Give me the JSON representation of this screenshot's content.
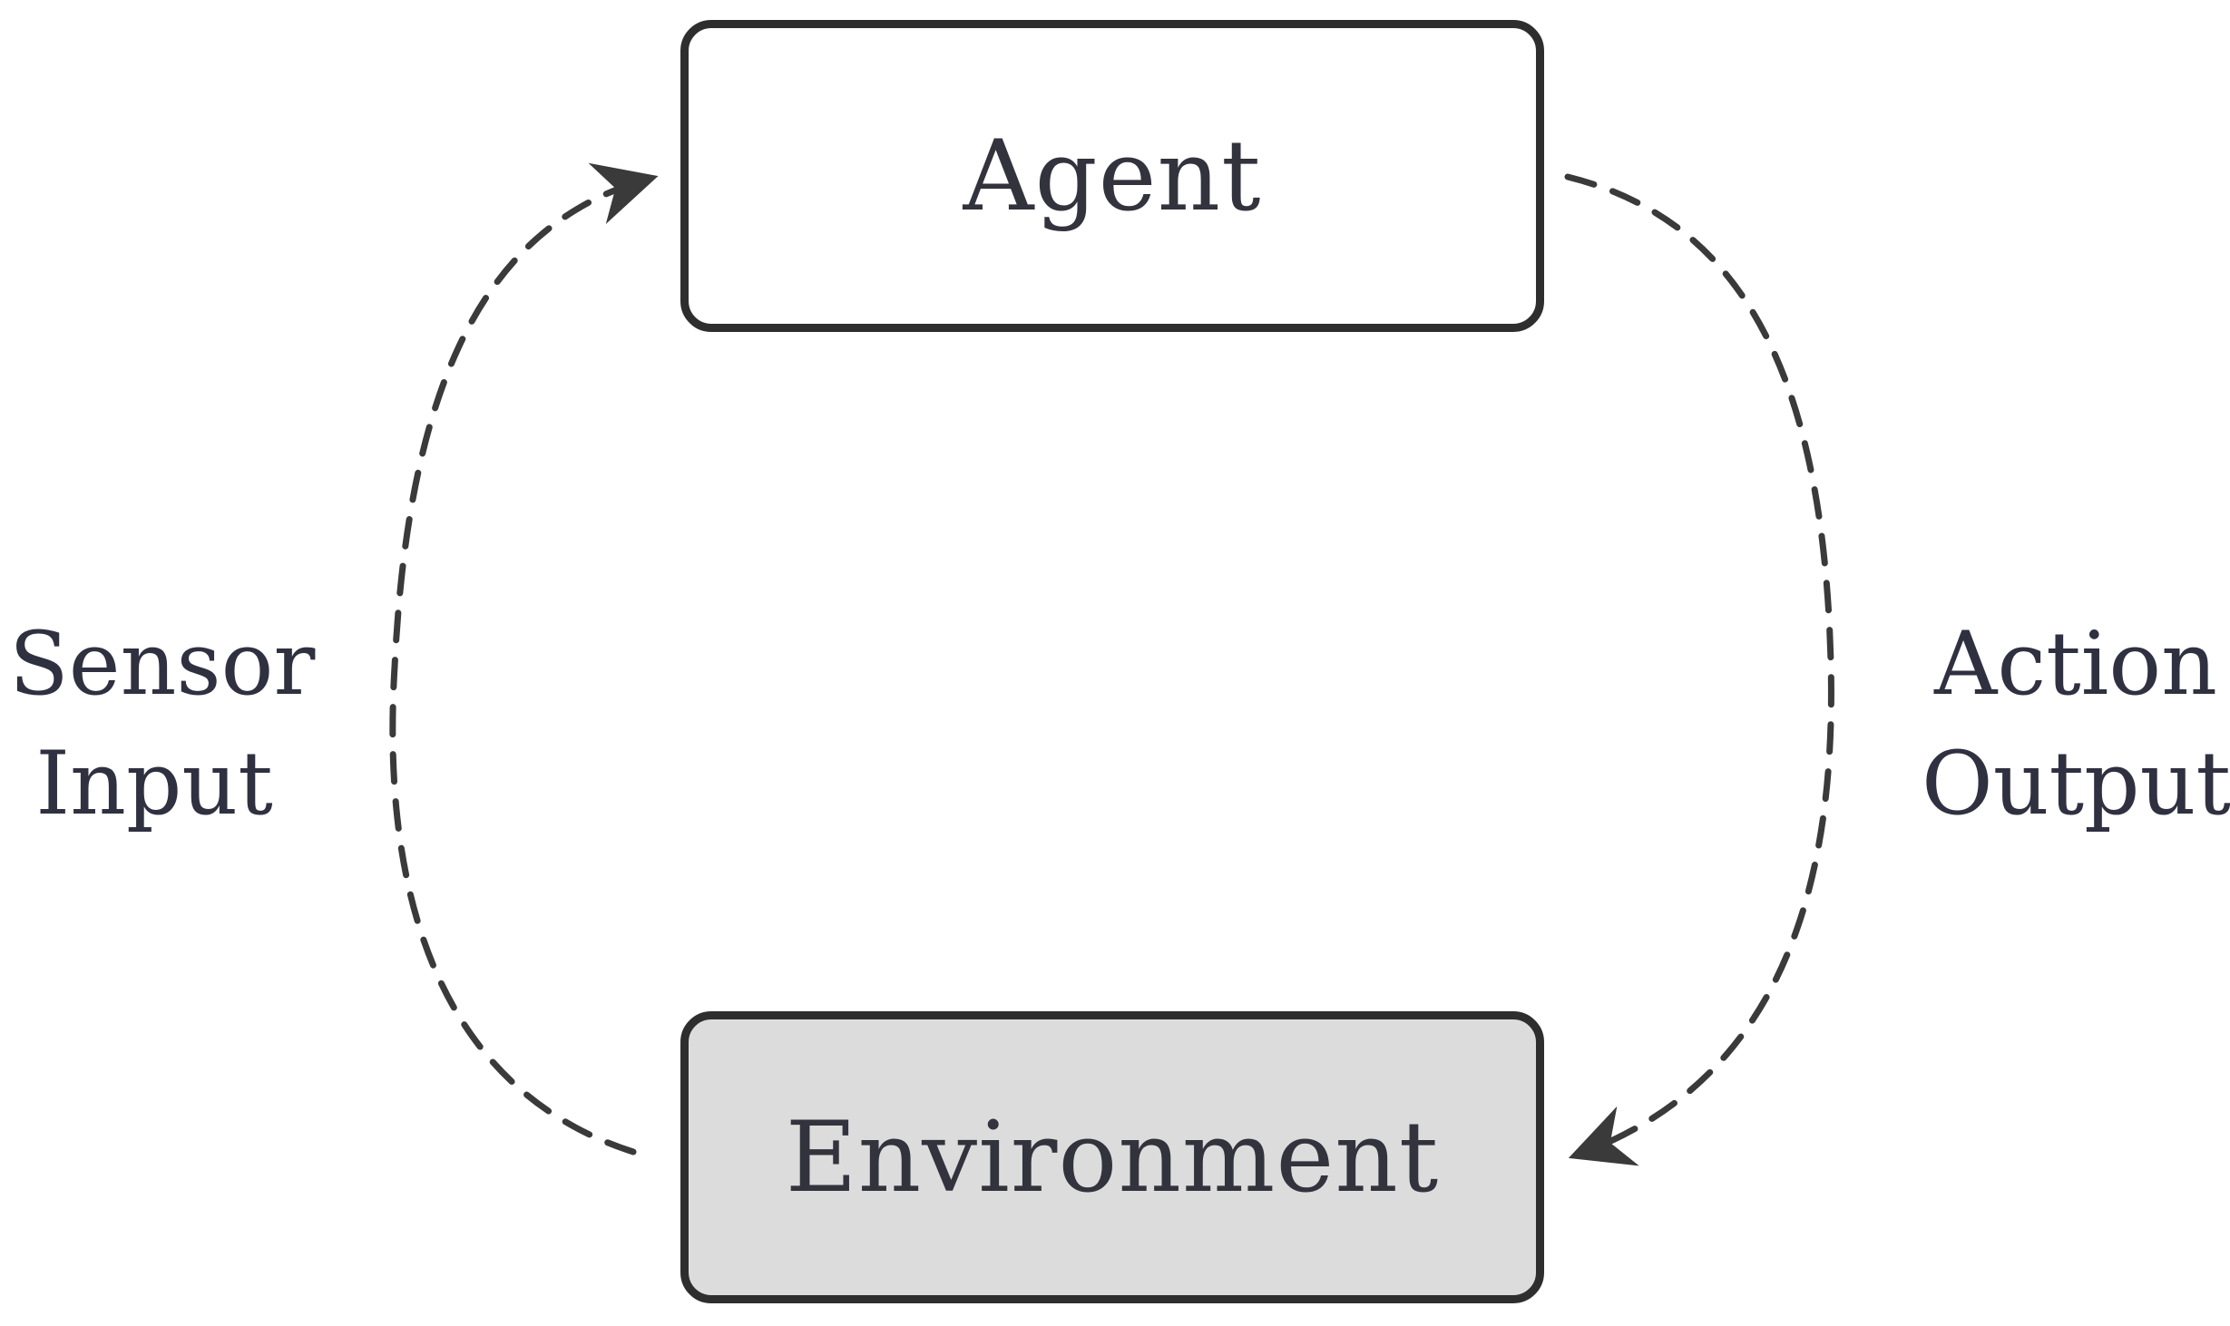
{
  "diagram": {
    "nodes": {
      "agent": {
        "label": "Agent"
      },
      "environment": {
        "label": "Environment"
      }
    },
    "edges": {
      "sensor_input": {
        "line1": "Sensor",
        "line2": "Input"
      },
      "action_output": {
        "line1": "Action",
        "line2": "Output"
      }
    },
    "colors": {
      "border": "#2e2e2e",
      "agent_fill": "#ffffff",
      "environment_fill": "#dcdcdc",
      "arrow": "#3a3a3a",
      "text": "#33333d"
    }
  }
}
